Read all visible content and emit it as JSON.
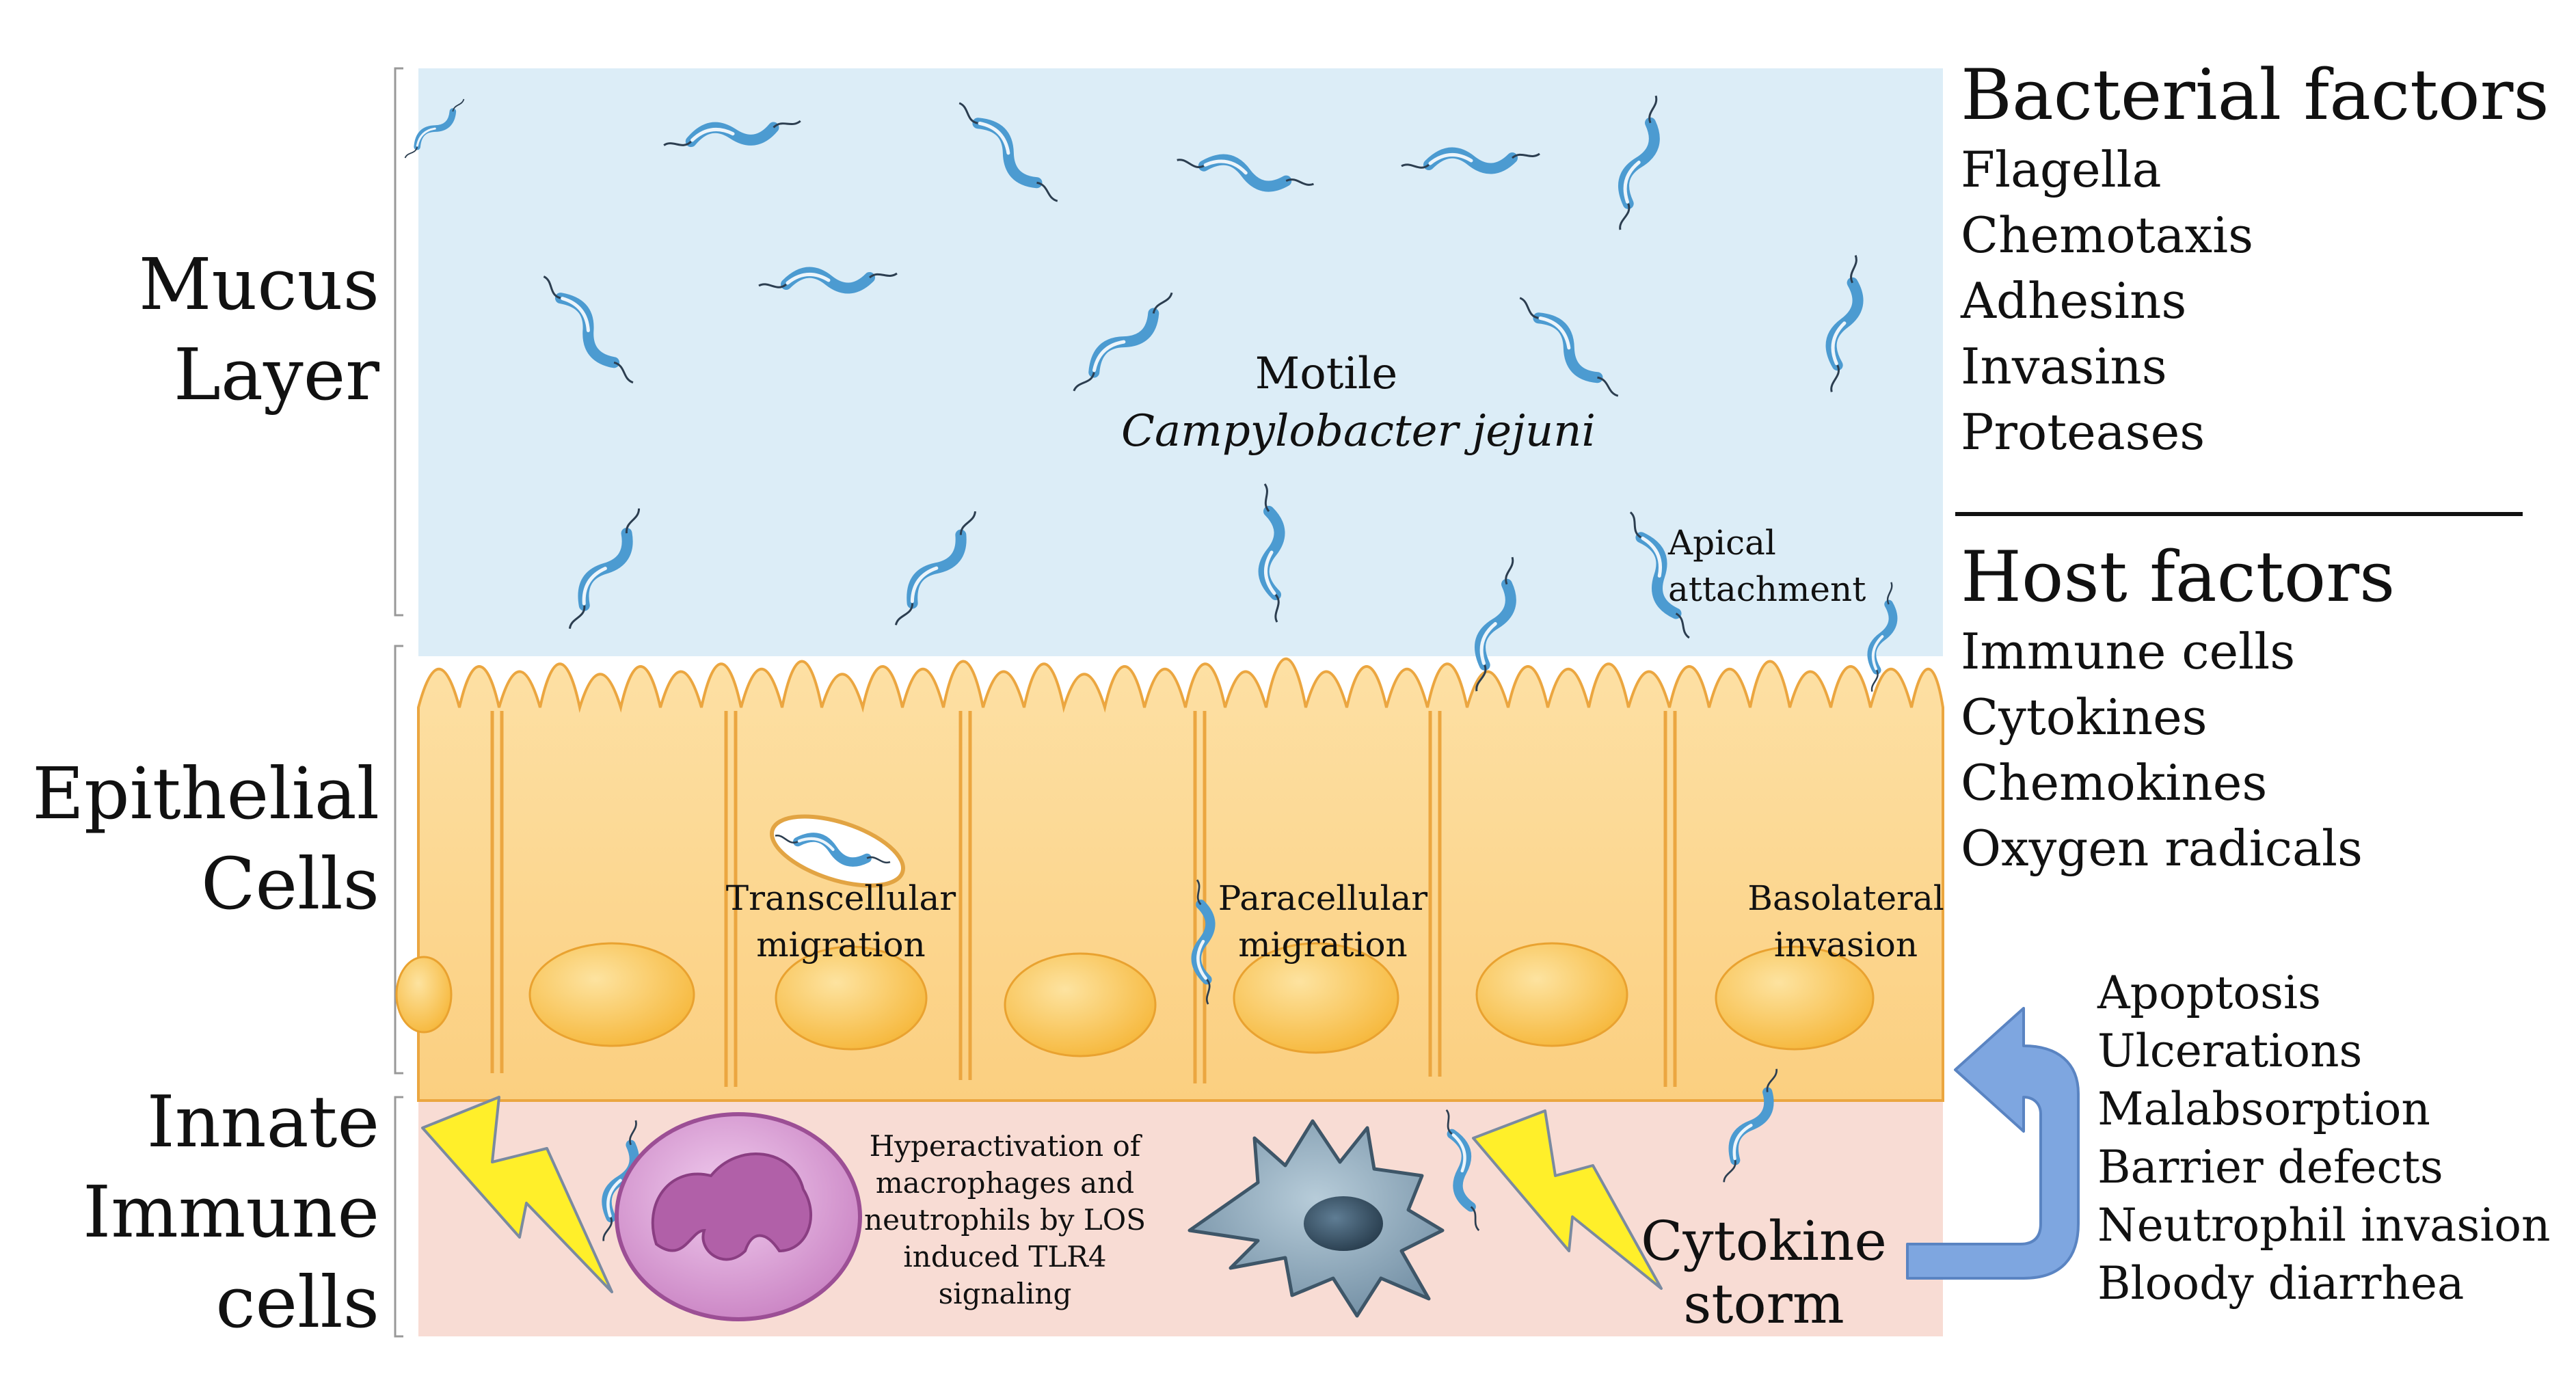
{
  "layers": [
    {
      "lines": [
        "Mucus",
        "Layer"
      ]
    },
    {
      "lines": [
        "Epithelial",
        "Cells"
      ]
    },
    {
      "lines": [
        "Innate",
        "Immune",
        "cells"
      ]
    }
  ],
  "bacterial_factors": {
    "heading": "Bacterial factors",
    "items": [
      "Flagella",
      "Chemotaxis",
      "Adhesins",
      "Invasins",
      "Proteases"
    ]
  },
  "host_factors": {
    "heading": "Host factors",
    "items": [
      "Immune cells",
      "Cytokines",
      "Chemokines",
      "Oxygen radicals"
    ]
  },
  "captions": {
    "motile": [
      "Motile",
      "Campylobacter jejuni"
    ],
    "apical": [
      "Apical",
      "attachment"
    ],
    "transcellular": [
      "Transcellular",
      "migration"
    ],
    "paracellular": [
      "Paracellular",
      "migration"
    ],
    "basolateral": [
      "Basolateral",
      "invasion"
    ],
    "hyperactivation": [
      "Hyperactivation of",
      "macrophages and",
      "neutrophils by LOS",
      "induced TLR4",
      "signaling"
    ],
    "cytokine_storm": [
      "Cytokine",
      "storm"
    ]
  },
  "effects": [
    "Apoptosis",
    "Ulcerations",
    "Malabsorption",
    "Barrier defects",
    "Neutrophil invasion",
    "Bloody diarrhea"
  ],
  "colors": {
    "mucus": "#dcedf7",
    "epithelium": "#fcd58c",
    "epithelium_edge": "#eba640",
    "nucleus": "#f8bd3c",
    "lamina_propria": "#f8dcd4",
    "bacteria": "#5fb1e0",
    "neutrophil": "#cd84c6",
    "macrophage": "#7d9bb0",
    "lightning": "#ffef2a",
    "arrow": "#7ea6e0"
  }
}
